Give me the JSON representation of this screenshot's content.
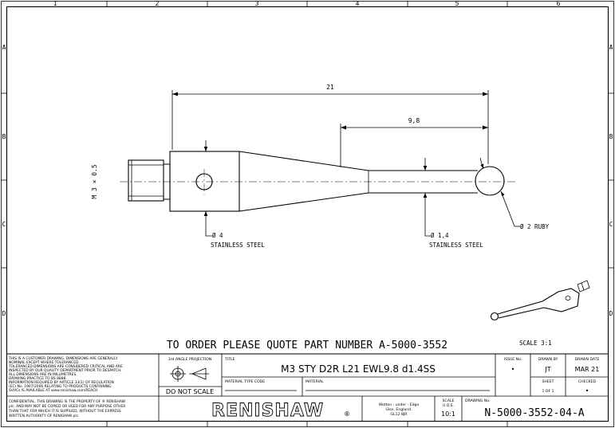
{
  "frame": {
    "columns": [
      "1",
      "2",
      "3",
      "4",
      "5",
      "6"
    ],
    "rows": [
      "A",
      "B",
      "C",
      "D"
    ]
  },
  "dimensions": {
    "overall_length": "21",
    "extension_length": "9,8",
    "thread": "M 3 × 0.5"
  },
  "callouts": {
    "body_diameter": "Ø 4",
    "body_material": "STAINLESS STEEL",
    "stem_diameter": "Ø 1,4",
    "stem_material": "STAINLESS STEEL",
    "ball": "Ø 2 RUBY"
  },
  "order_note": "TO ORDER PLEASE QUOTE PART NUMBER A-5000-3552",
  "scale_note": "SCALE 3:1",
  "title_block": {
    "notes": [
      "THIS IS A CUSTOMER DRAWING. DIMENSIONS ARE GENERALLY",
      "NOMINAL EXCEPT WHERE TOLERANCED.",
      "TOLERANCED DIMENSIONS ARE CONSIDERED CRITICAL AND ARE",
      "INSPECTED BY OUR QUALITY DEPARTMENT PRIOR TO DESPATCH.",
      "ALL DIMENSIONS ARE IN MILLIMETRES.",
      "DRAWING PRACTICE TO BS 8888.",
      "INFORMATION REQUIRED BY ARTICLE 33(1) OF REGULATION",
      "(EC) No. 1907/2006 RELATING TO PRODUCTS CONTAINING",
      "SVHCs IS AVAILABLE AT www.renishaw.com/REACH"
    ],
    "confidential": [
      "CONFIDENTIAL. THIS DRAWING IS THE PROPERTY OF ® RENISHAW",
      "plc. AND MAY NOT BE COPIED OR USED FOR ANY PURPOSE OTHER",
      "THAN THAT FOR WHICH IT IS SUPPLIED, WITHOUT THE EXPRESS",
      "WRITTEN AUTHORITY OF RENISHAW plc."
    ],
    "projection_label": "3rd ANGLE PROJECTION",
    "do_not_scale": "DO NOT SCALE",
    "title_label": "TITLE",
    "title": "M3 STY D2R L21 EWL9.8 d1.4SS",
    "material_type_label": "MATERIAL TYPE CODE",
    "material_label": "MATERIAL",
    "issue_label": "ISSUE No.",
    "issue": "•",
    "drawn_by_label": "DRAWN BY",
    "drawn_by": "JT",
    "drawn_date_label": "DRAWN DATE",
    "drawn_date": "MAR 21",
    "sheet_label": "SHEET",
    "sheet": "1 OF 1",
    "checked_label": "CHECKED",
    "checked": "•",
    "brand": "RENISHAW",
    "brand_mark": "®",
    "address": [
      "Wotton - under - Edge",
      "Glos. England.",
      "GL12 8JR"
    ],
    "scale_label": "SCALE",
    "scale_unit": "U.O.S.",
    "scale": "10:1",
    "drawing_no_label": "DRAWING No.",
    "drawing_no": "N-5000-3552-04-A"
  }
}
